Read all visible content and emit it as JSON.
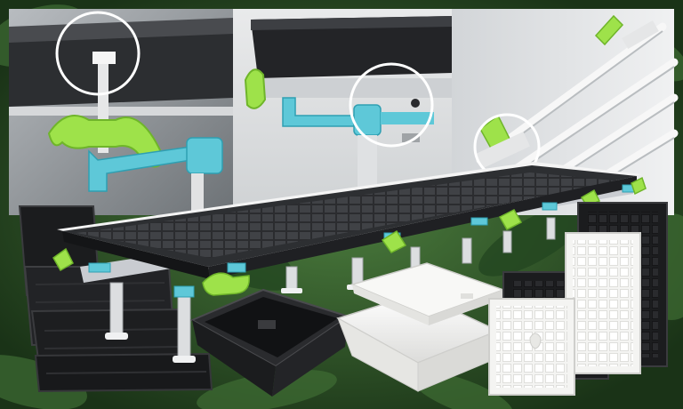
{
  "scene": {
    "description_free": true,
    "colors": {
      "background_foliage": "#2f5a2a",
      "foliage_dark": "#1a3317",
      "tray_black": "#1e1f21",
      "tray_black_light": "#3a3c3f",
      "tray_white": "#f2f2f0",
      "frame_silver": "#c9ccd1",
      "bracket_cyan": "#5ec8d8",
      "handle_green": "#9ee24a",
      "panel_bg_left": "#9da2a6",
      "panel_bg_mid": "#dcdedf",
      "panel_bg_right": "#e8eaec",
      "highlight_circle": "#ffffff"
    },
    "panels": [
      {
        "id": "detail-left-bracket"
      },
      {
        "id": "detail-mid-bracket"
      },
      {
        "id": "detail-right-rails"
      }
    ],
    "products": [
      {
        "id": "main-rolling-bench-table"
      },
      {
        "id": "black-flood-tray-stack"
      },
      {
        "id": "black-reservoir-tub"
      },
      {
        "id": "white-reservoir-with-lid"
      },
      {
        "id": "black-square-tray"
      },
      {
        "id": "white-square-tray"
      },
      {
        "id": "white-long-tray"
      },
      {
        "id": "black-long-tray"
      }
    ]
  }
}
